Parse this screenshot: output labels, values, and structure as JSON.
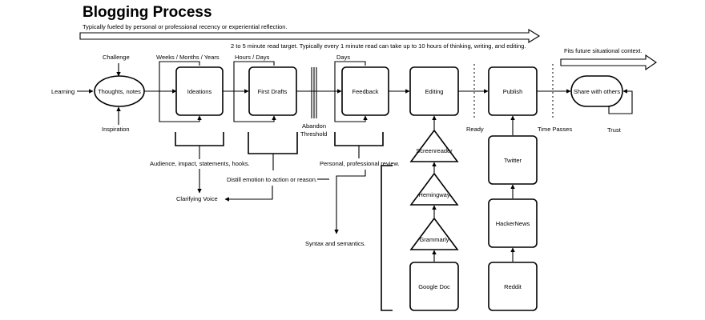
{
  "title": "Blogging Process",
  "subtitle": "Typically fueled by personal or professional recency or experiential reflection.",
  "read_target_note": "2 to 5 minute read target. Typically every 1 minute read can take up to 10 hours of thinking, writing, and editing.",
  "future_context_note": "Fits future situational context.",
  "inputs": {
    "challenge": "Challenge",
    "learning": "Learning",
    "inspiration": "Inspiration"
  },
  "stages": {
    "thoughts": "Thoughts, notes",
    "ideations": "Ideations",
    "first_drafts": "First Drafts",
    "feedback": "Feedback",
    "editing": "Editing",
    "publish": "Publish",
    "share": "Share with others"
  },
  "timeframes": {
    "weeks_months_years": "Weeks / Months / Years",
    "hours_days": "Hours / Days",
    "days": "Days"
  },
  "labels": {
    "abandon_threshold_1": "Abandon",
    "abandon_threshold_2": "Threshold",
    "ready": "Ready",
    "time_passes": "Time Passes",
    "trust": "Trust",
    "audience": "Audience, impact, statements, hooks.",
    "distill": "Distill emotion to action or reason.",
    "personal_review": "Personal, professional review.",
    "clarifying_voice": "Clarifying Voice",
    "syntax": "Syntax and semantics."
  },
  "editing_tools": {
    "screenreader": "Screenreader",
    "hemingway": "Hemingway",
    "grammarly": "Grammarly",
    "google_doc": "Google Doc"
  },
  "publish_channels": {
    "twitter": "Twitter",
    "hackernews": "HackerNews",
    "reddit": "Reddit"
  }
}
